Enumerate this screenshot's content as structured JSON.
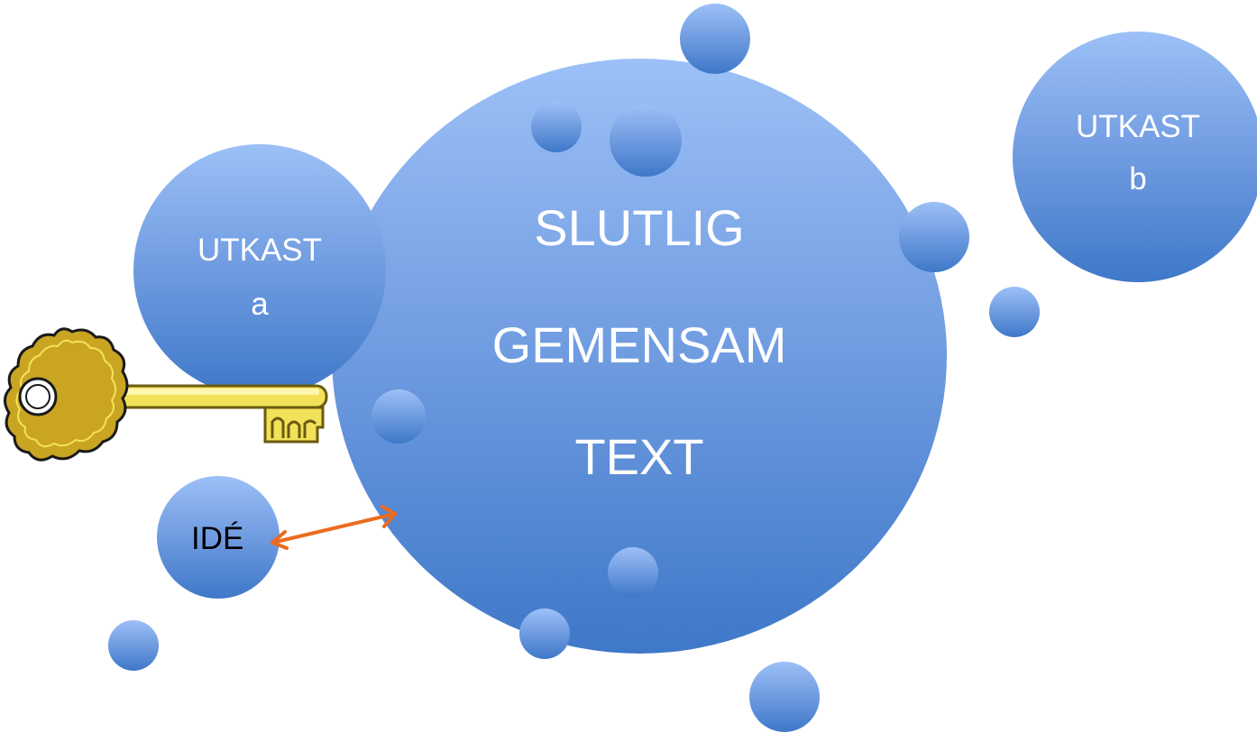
{
  "main_circle": {
    "line1": "SLUTLIG",
    "line2": "GEMENSAM",
    "line3": "TEXT"
  },
  "draft_a": {
    "line1": "UTKAST",
    "line2": "a"
  },
  "draft_b": {
    "line1": "UTKAST",
    "line2": "b"
  },
  "idea": {
    "label": "IDÉ"
  },
  "colors": {
    "bubble_light": "#9cc0f7",
    "bubble_dark": "#3e78c8",
    "arrow": "#ec6b1f",
    "key_gold": "#c9a522",
    "key_yellow": "#f2e25a"
  },
  "icons": [
    "key-icon",
    "double-arrow"
  ]
}
